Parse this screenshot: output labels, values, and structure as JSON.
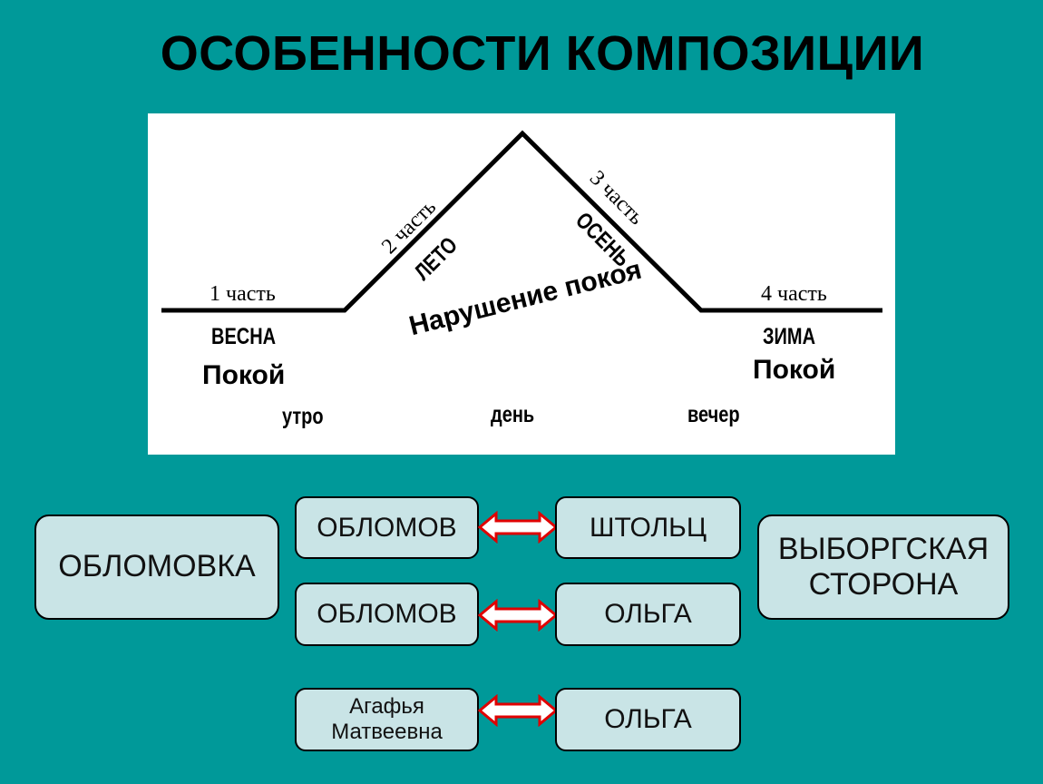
{
  "title": "ОСОБЕННОСТИ КОМПОЗИЦИИ",
  "diagram": {
    "part1": "1 часть",
    "season1": "ВЕСНА",
    "state1": "Покой",
    "part2": "2 часть",
    "season2": "ЛЕТО",
    "middle": "Нарушение покоя",
    "part3": "3 часть",
    "season3": "ОСЕНЬ",
    "part4": "4 часть",
    "season4": "ЗИМА",
    "state4": "Покой",
    "time1": "утро",
    "time2": "день",
    "time3": "вечер"
  },
  "places": {
    "left": "ОБЛОМОВКА",
    "right_line1": "ВЫБОРГСКАЯ",
    "right_line2": "СТОРОНА"
  },
  "pairs": [
    {
      "left": "ОБЛОМОВ",
      "right": "ШТОЛЬЦ"
    },
    {
      "left": "ОБЛОМОВ",
      "right": "ОЛЬГА"
    },
    {
      "left_line1": "Агафья",
      "left_line2": "Матвеевна",
      "right": "ОЛЬГА"
    }
  ],
  "colors": {
    "background": "#009999",
    "box_fill": "#c9e4e6",
    "arrow_outline": "#e00000"
  }
}
